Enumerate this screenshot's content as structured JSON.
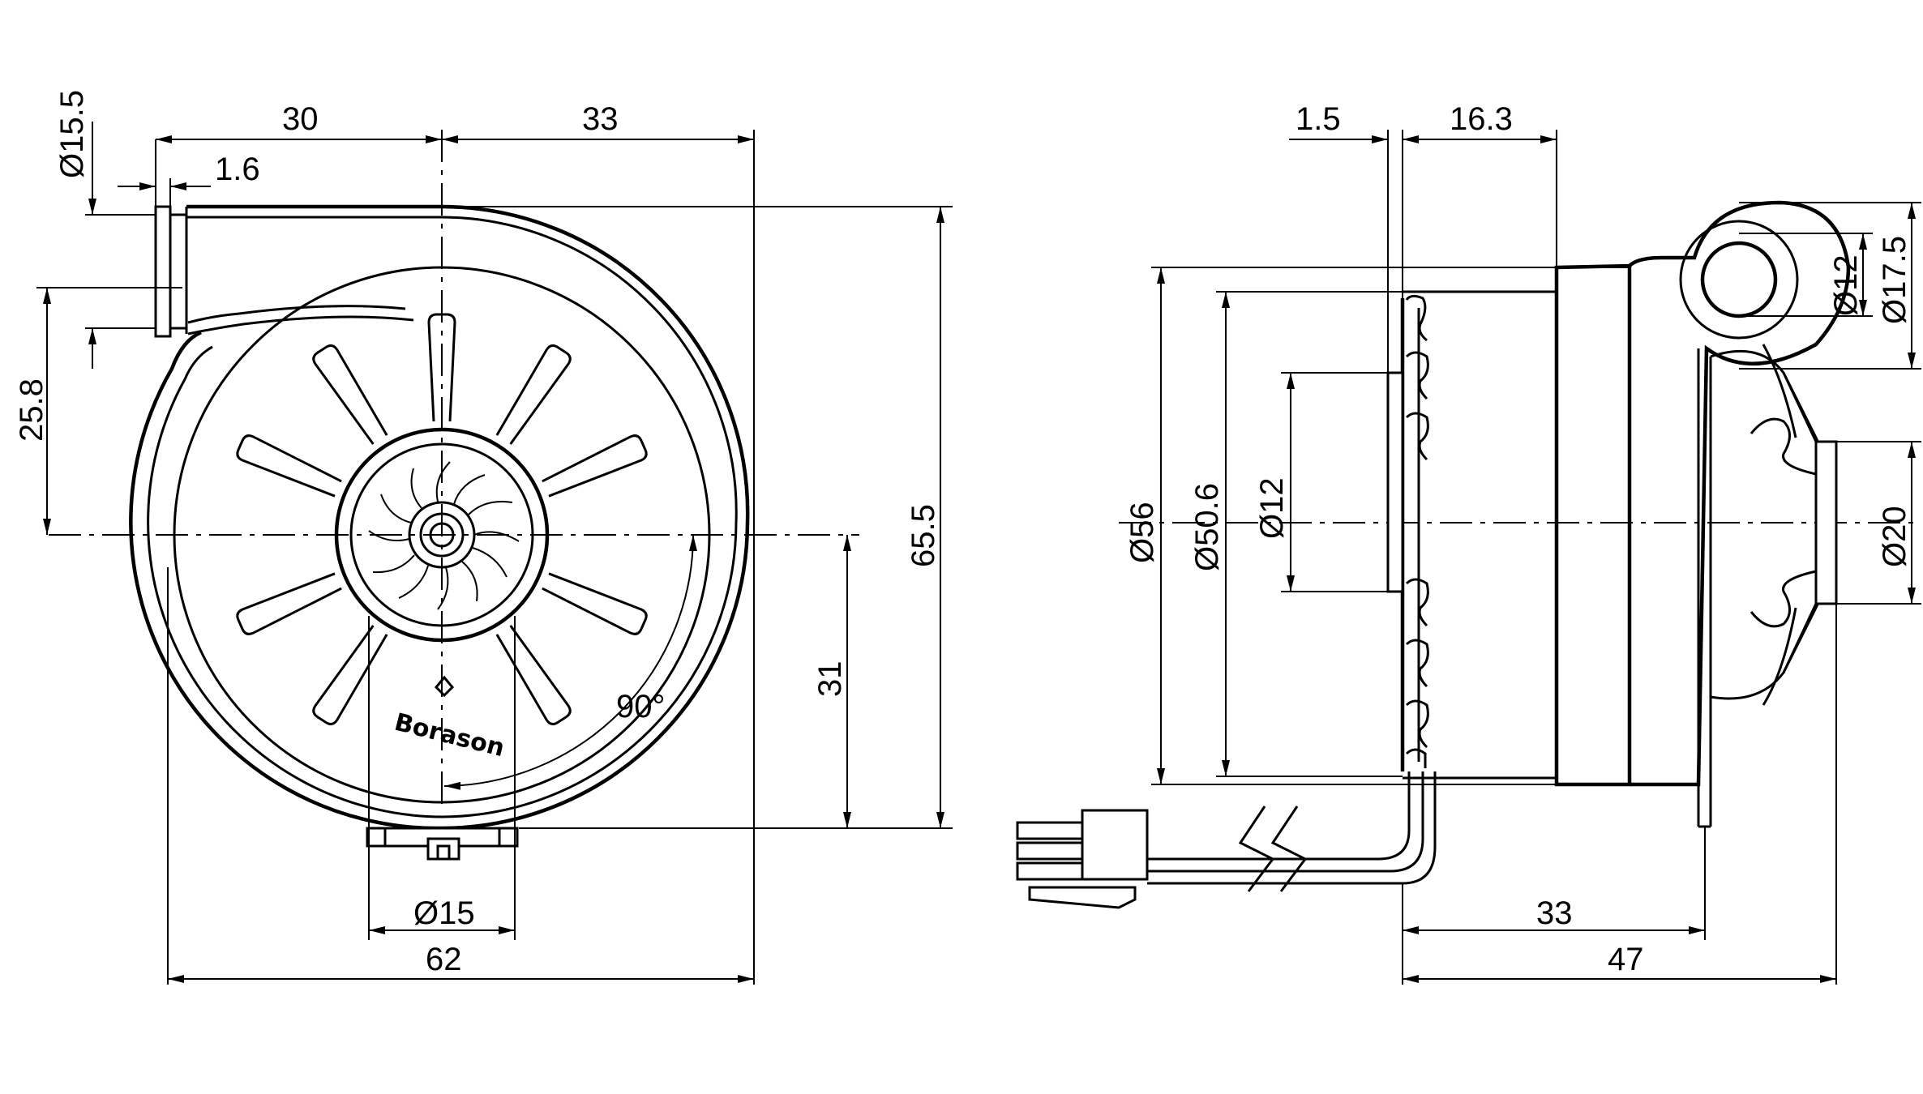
{
  "front_view": {
    "dimensions": {
      "d_inlet": "Ø15.5",
      "wall": "1.6",
      "left_width": "30",
      "right_width": "33",
      "outlet_offset": "25.8",
      "height": "65.5",
      "lower_height": "31",
      "angle": "90°",
      "d_bottom": "Ø15",
      "width": "62"
    },
    "logo_text": "Borason"
  },
  "side_view": {
    "dimensions": {
      "flange": "1.5",
      "depth_top": "16.3",
      "d_outer": "Ø56",
      "d_motor": "Ø50.6",
      "d_shaft": "Ø12",
      "d_outlet_inner": "Ø12",
      "d_outlet_outer": "Ø17.5",
      "d_inlet": "Ø20",
      "depth_mid": "33",
      "depth_total": "47"
    }
  }
}
